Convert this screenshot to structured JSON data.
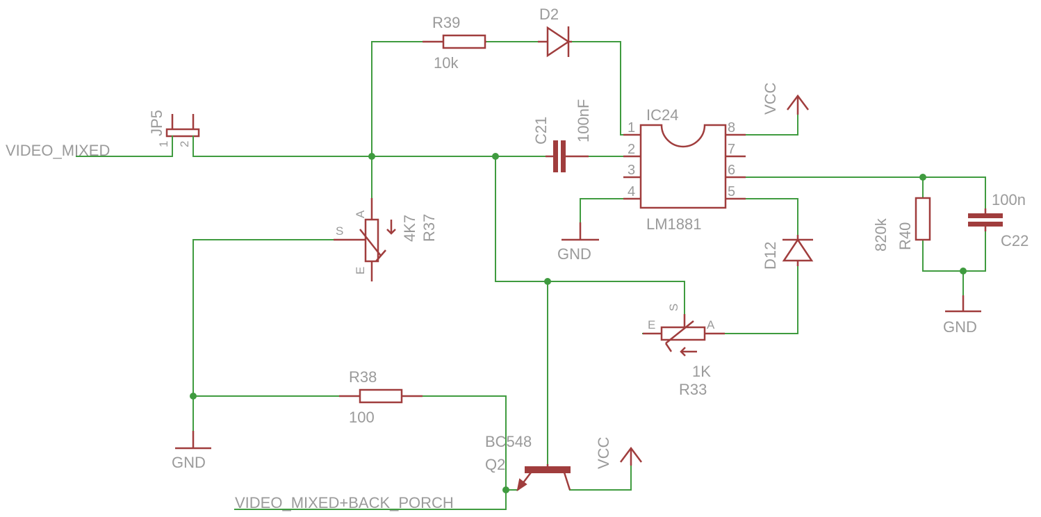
{
  "nets": {
    "video_in": "VIDEO_MIXED",
    "video_out": "VIDEO_MIXED+BACK_PORCH"
  },
  "power": {
    "vcc": "VCC",
    "gnd": "GND"
  },
  "parts": {
    "r39": {
      "name": "R39",
      "value": "10k"
    },
    "d2": {
      "name": "D2"
    },
    "jp5": {
      "name": "JP5",
      "pin1": "1",
      "pin2": "2"
    },
    "c21": {
      "name": "C21",
      "value": "100nF"
    },
    "ic24": {
      "name": "IC24",
      "value": "LM1881",
      "pins": [
        "1",
        "2",
        "3",
        "4",
        "5",
        "6",
        "7",
        "8"
      ]
    },
    "r37": {
      "name": "R37",
      "value": "4K7",
      "pin_a": "A",
      "pin_e": "E",
      "pin_s": "S"
    },
    "r33": {
      "name": "R33",
      "value": "1K",
      "pin_a": "A",
      "pin_e": "E",
      "pin_s": "S"
    },
    "d12": {
      "name": "D12"
    },
    "r40": {
      "name": "R40",
      "value": "820k"
    },
    "c22": {
      "name": "C22",
      "value": "100n"
    },
    "r38": {
      "name": "R38",
      "value": "100"
    },
    "q2": {
      "name": "Q2",
      "value": "BC548"
    }
  },
  "colors": {
    "wire": "#3f9b3f",
    "symbol": "#a03d3d",
    "label": "#9a9a9a",
    "background": "#ffffff"
  }
}
